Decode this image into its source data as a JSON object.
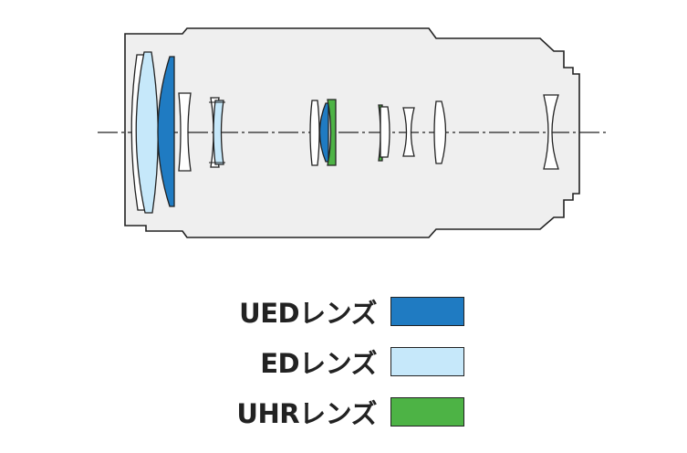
{
  "legend": [
    {
      "label": "UEDレンズ",
      "color": "#1f7bc2"
    },
    {
      "label": "EDレンズ",
      "color": "#c6e8fa"
    },
    {
      "label": "UHRレンズ",
      "color": "#4db345"
    }
  ],
  "colors": {
    "barrel_fill": "#efefef",
    "outline": "#222222",
    "plain_lens": "#ffffff"
  }
}
